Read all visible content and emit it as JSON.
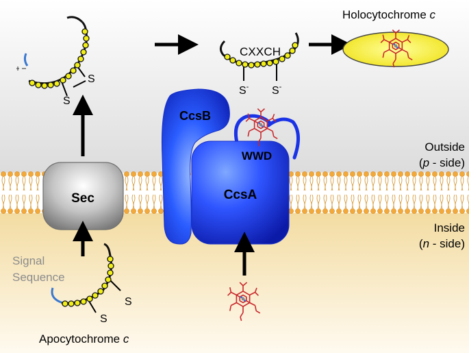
{
  "labels": {
    "holocytochrome_prefix": "Holocytochrome ",
    "holocytochrome_suffix": "c",
    "apocytochrome_prefix": "Apocytochrome ",
    "apocytochrome_suffix": "c",
    "ccxxch": "CXXCH",
    "s_minus": "S",
    "s_superscript": "-",
    "s": "S",
    "ccsb": "CcsB",
    "ccsa": "CcsA",
    "wwd": "WWD",
    "sec": "Sec",
    "outside_line1": "Outside",
    "outside_line2_open": "(",
    "outside_line2_italic": "p",
    "outside_line2_rest": " - side)",
    "inside_line1": "Inside",
    "inside_line2_open": "(",
    "inside_line2_italic": "n",
    "inside_line2_rest": " - side)",
    "signal_line1": "Signal",
    "signal_line2": "Sequence"
  },
  "colors": {
    "outside_bg": "#e4e4e4",
    "inside_bg": "#f7e8be",
    "lipid_head": "#f2a93b",
    "ccs_blue": "#1a33e6",
    "sec_gray": "#b8b8b8",
    "bead_yellow": "#f2ef17",
    "heme_red": "#c8262a",
    "oval_yellow": "#f5f020",
    "signal_blue": "#3a78d0",
    "signal_text": "#8c8c8c"
  }
}
